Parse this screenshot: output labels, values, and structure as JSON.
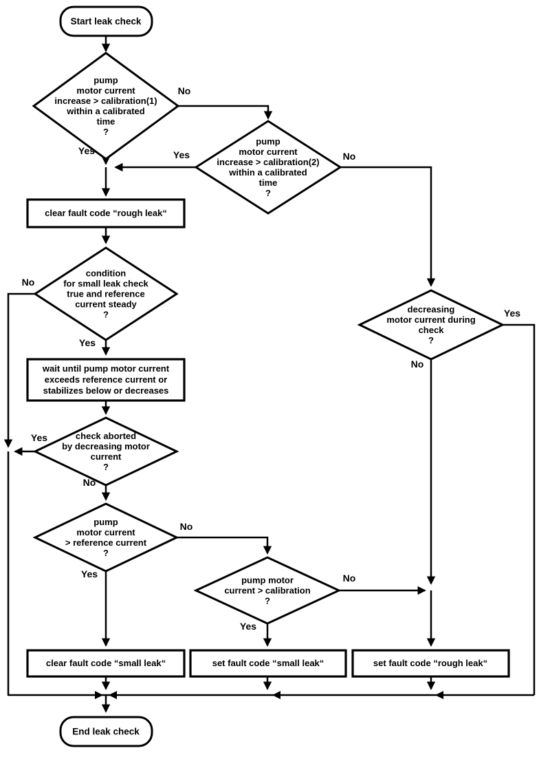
{
  "colors": {
    "line": "#000000",
    "background": "#ffffff"
  },
  "nodes": {
    "start": {
      "type": "terminator",
      "label": "Start leak check"
    },
    "check_cal1": {
      "type": "decision",
      "label": "pump\nmotor current\nincrease > calibration(1)\nwithin a calibrated\ntime\n?"
    },
    "check_cal2": {
      "type": "decision",
      "label": "pump\nmotor current\nincrease > calibration(2)\nwithin a calibrated\ntime\n?"
    },
    "clear_rough_leak": {
      "type": "process",
      "label": "clear fault code “rough leak“"
    },
    "small_leak_condition": {
      "type": "decision",
      "label": "condition\nfor small leak check\ntrue and reference\ncurrent steady\n?"
    },
    "wait_pump_current": {
      "type": "process",
      "label": "wait until pump motor current\nexceeds reference current or\nstabilizes below or decreases"
    },
    "check_aborted": {
      "type": "decision",
      "label": "check aborted\nby decreasing motor\ncurrent\n?"
    },
    "current_gt_reference": {
      "type": "decision",
      "label": "pump\nmotor current\n> reference current\n?"
    },
    "current_gt_calibration": {
      "type": "decision",
      "label": "pump motor\ncurrent > calibration\n?"
    },
    "decreasing_during_check": {
      "type": "decision",
      "label": "decreasing\nmotor current during\ncheck\n?"
    },
    "clear_small_leak": {
      "type": "process",
      "label": "clear fault code “small leak“"
    },
    "set_small_leak": {
      "type": "process",
      "label": "set fault code “small leak“"
    },
    "set_rough_leak": {
      "type": "process",
      "label": "set fault code “rough leak“"
    },
    "end": {
      "type": "terminator",
      "label": "End leak check"
    }
  },
  "edge_labels": {
    "cal1_no": "No",
    "cal1_yes": "Yes",
    "cal2_yes": "Yes",
    "cal2_no": "No",
    "condition_no": "No",
    "condition_yes": "Yes",
    "aborted_yes": "Yes",
    "aborted_no": "No",
    "reference_no": "No",
    "reference_yes": "Yes",
    "calibration_no": "No",
    "calibration_yes": "Yes",
    "decreasing_yes": "Yes",
    "decreasing_no": "No"
  }
}
